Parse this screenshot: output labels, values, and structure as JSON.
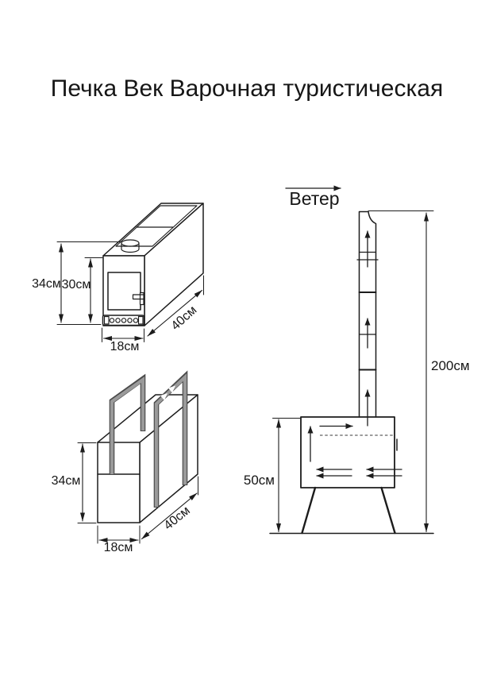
{
  "title": "Печка Век Варочная туристическая",
  "stove_box": {
    "overall_height": "34см",
    "front_height": "30см",
    "width": "18см",
    "depth": "40см"
  },
  "carry_bag": {
    "height": "34см",
    "width": "18см",
    "depth": "40см"
  },
  "installation": {
    "wind_label": "Ветер",
    "chimney_height": "200см",
    "firebox_height": "50см"
  },
  "colors": {
    "background": "#ffffff",
    "line": "#1c1c1c",
    "strap_fill": "#9a9a9a",
    "strap_edge": "#4a4a4a"
  }
}
